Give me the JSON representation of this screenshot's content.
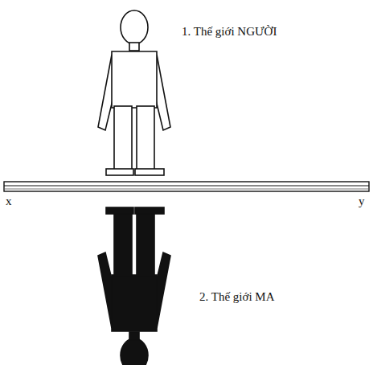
{
  "diagram": {
    "labels": [
      "1. Thế giới NGƯỜI",
      "x",
      "y",
      "2. Thế giới MA"
    ]
  }
}
